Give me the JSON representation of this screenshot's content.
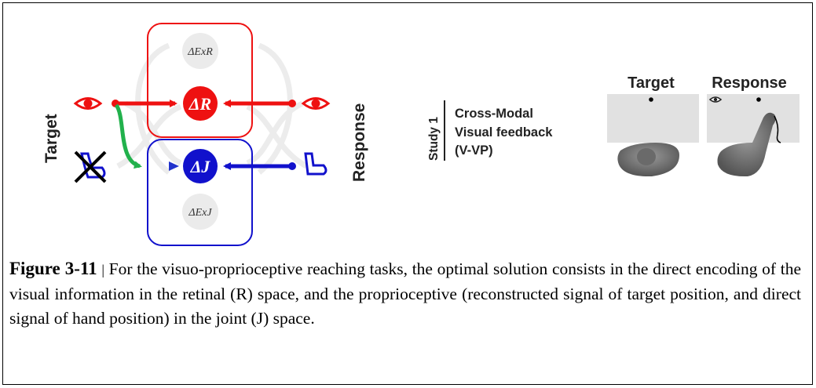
{
  "left_diagram": {
    "target_label": "Target",
    "response_label": "Response",
    "ex_r_label": "ΔExR",
    "ex_j_label": "ΔExJ",
    "node_r_label": "ΔR",
    "node_j_label": "ΔJ",
    "colors": {
      "retinal": "#ee1111",
      "joint": "#1111cc",
      "transfer": "#22b14c",
      "inactive": "#e8e8e8"
    }
  },
  "right_panel": {
    "study_label": "Study 1",
    "condition_lines": [
      "Cross-Modal",
      "Visual feedback",
      "(V-VP)"
    ],
    "col_target": "Target",
    "col_response": "Response"
  },
  "caption": {
    "label": "Figure 3-11",
    "separator": "|",
    "text": "For the visuo-proprioceptive reaching tasks, the optimal solution consists in the direct encoding of the visual information in the retinal (R) space, and the proprioceptive (reconstructed signal of target position, and direct signal of hand position) in the joint (J) space."
  }
}
